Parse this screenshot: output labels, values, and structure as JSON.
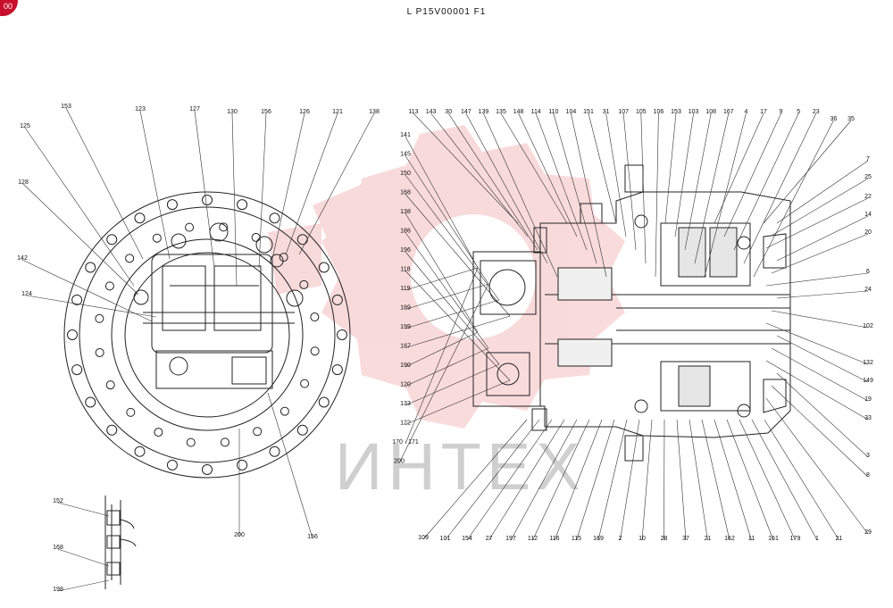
{
  "drawing": {
    "code": "L P15V00001 F1",
    "badge_text": "00",
    "watermark_text": "ИНТЕХ",
    "brand_color": "#e33a3a"
  },
  "callouts": {
    "left_view": [
      "153",
      "123",
      "127",
      "130",
      "156",
      "126",
      "121",
      "138",
      "125",
      "128",
      "142",
      "124",
      "200",
      "156"
    ],
    "detail_view": [
      "152",
      "168",
      "198"
    ],
    "section_left": [
      "141",
      "145",
      "150",
      "168",
      "138",
      "186",
      "196",
      "118",
      "119",
      "189",
      "199",
      "187",
      "190",
      "120",
      "133",
      "122",
      "170 · 171",
      "200"
    ],
    "section_top": [
      "113",
      "143",
      "30",
      "147",
      "139",
      "135",
      "148",
      "114",
      "110",
      "104",
      "151",
      "31",
      "107",
      "105",
      "106",
      "153",
      "103",
      "108",
      "167",
      "4",
      "17",
      "9",
      "5",
      "23",
      "36",
      "35"
    ],
    "section_right": [
      "7",
      "25",
      "22",
      "14",
      "20",
      "6",
      "24",
      "102",
      "132",
      "149",
      "19",
      "33",
      "3",
      "8",
      "29"
    ],
    "section_bottom": [
      "109",
      "101",
      "154",
      "27",
      "197",
      "112",
      "116",
      "115",
      "169",
      "2",
      "10",
      "28",
      "37",
      "21",
      "162",
      "11",
      "161",
      "179",
      "1",
      "21"
    ]
  }
}
